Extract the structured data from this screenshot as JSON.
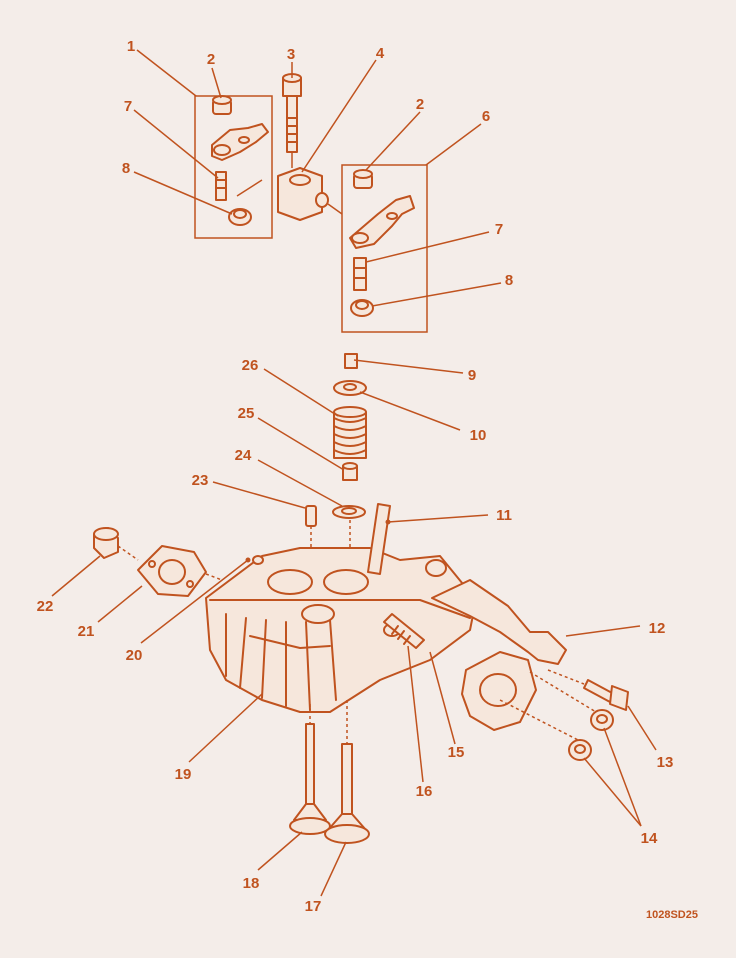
{
  "colors": {
    "ink": "#c0531f",
    "background": "#f4ede9"
  },
  "callouts": {
    "c1": "1",
    "c2a": "2",
    "c2b": "2",
    "c3": "3",
    "c4": "4",
    "c6": "6",
    "c7a": "7",
    "c7b": "7",
    "c8a": "8",
    "c8b": "8",
    "c9": "9",
    "c10": "10",
    "c11": "11",
    "c12": "12",
    "c13": "13",
    "c14": "14",
    "c15": "15",
    "c16": "16",
    "c17": "17",
    "c18": "18",
    "c19": "19",
    "c20": "20",
    "c21": "21",
    "c22": "22",
    "c23": "23",
    "c24": "24",
    "c25": "25",
    "c26": "26"
  },
  "diagram_code": "1028SD25"
}
